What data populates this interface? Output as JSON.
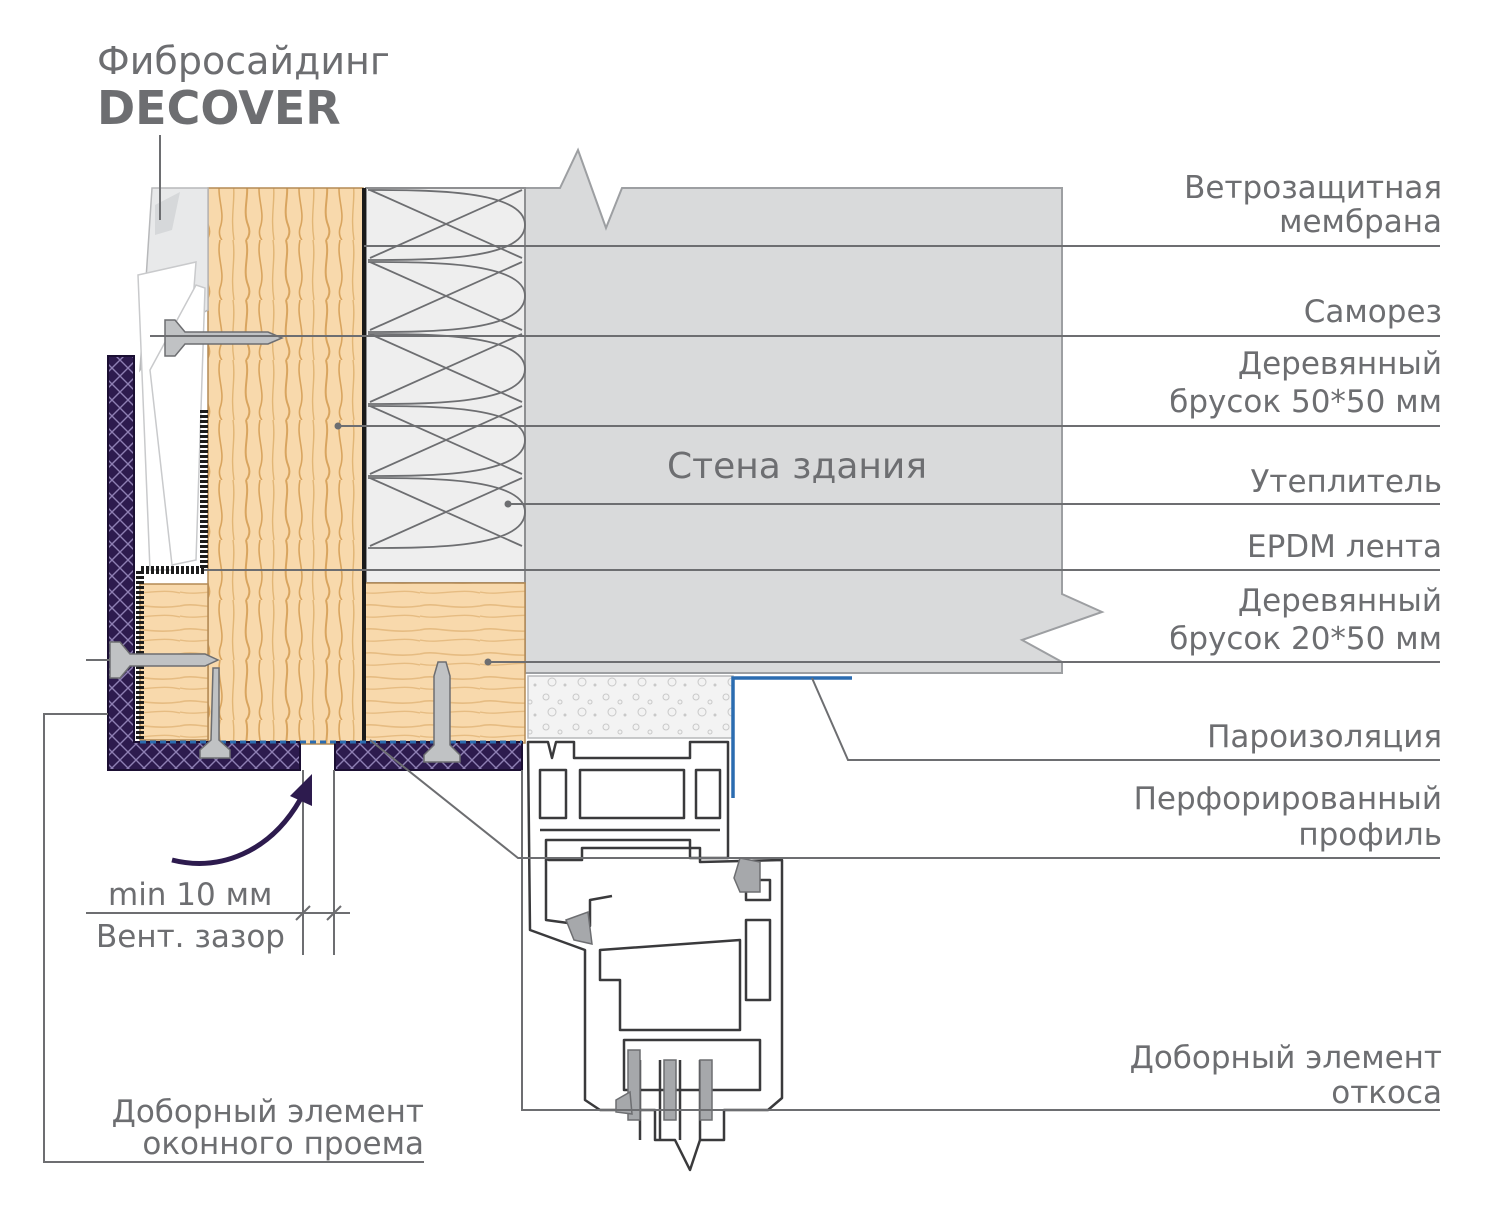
{
  "brand": {
    "line1": "Фибросайдинг",
    "line2": "DECOVER"
  },
  "center_label": "Стена здания",
  "labels": {
    "wind_membrane": [
      "Ветрозащитная",
      "мембрана"
    ],
    "screw": "Саморез",
    "wood_bar_50": [
      "Деревянный",
      "брусок 50*50 мм"
    ],
    "insulation": "Утеплитель",
    "epdm": "EPDM лента",
    "wood_bar_20": [
      "Деревянный",
      "брусок 20*50 мм"
    ],
    "vapor_barrier": "Пароизоляция",
    "perforated_profile": [
      "Перфорированный",
      "профиль"
    ],
    "slope_element": [
      "Доборный элемент",
      "откоса"
    ],
    "window_opening_element": [
      "Доборный элемент",
      "оконного проема"
    ]
  },
  "gap": {
    "min": "min 10 мм",
    "name": "Вент. зазор"
  },
  "colors": {
    "wall": "#d9dadb",
    "wood": "#f8d9ac",
    "wood_grain": "#d9a55f",
    "insulation": "#eeeeee",
    "trim": "#2d1b4e",
    "vapor": "#2b6cb0",
    "text": "#6d6e71",
    "siding": "#d6d8da"
  }
}
